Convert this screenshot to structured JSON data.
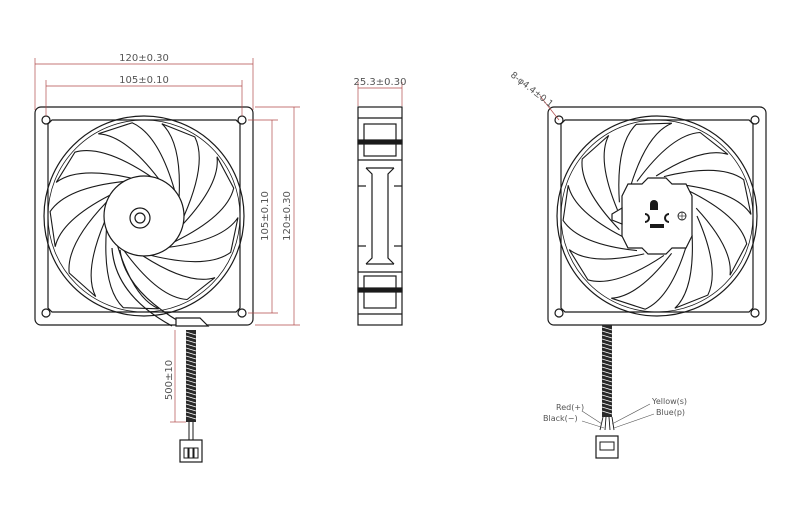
{
  "front_view": {
    "overall_width": "120±0.30",
    "hole_spacing_width": "105±0.10",
    "hole_spacing_height": "105±0.10",
    "overall_height": "120±0.30",
    "cable_length": "500±10"
  },
  "side_view": {
    "thickness": "25.3±0.30"
  },
  "back_view": {
    "mount_holes": "8-φ4.4±0.1"
  },
  "wires": {
    "red": "Red(+)",
    "black": "Black(−)",
    "yellow": "Yellow(s)",
    "blue": "Blue(p)"
  },
  "colors": {
    "line": "#1a1a1a",
    "dimension": "#b04a4a"
  }
}
